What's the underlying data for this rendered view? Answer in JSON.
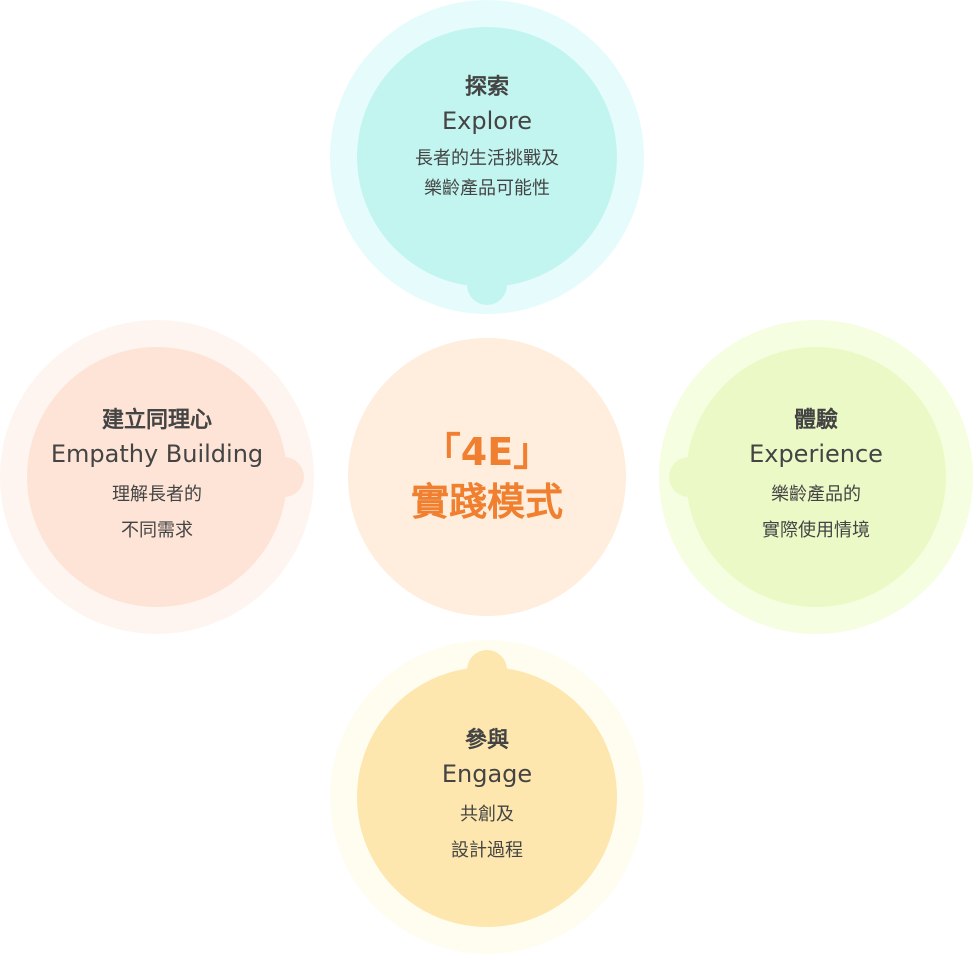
{
  "colors": {
    "text": "#444444",
    "accent": "#f08030",
    "center_fill": "#ffeedd"
  },
  "center": {
    "line1": "「4E」",
    "line2": "實踐模式"
  },
  "nodes": {
    "explore": {
      "title_zh": "探索",
      "title_en": "Explore",
      "desc": [
        "長者的生活挑戰及",
        "樂齡產品可能性"
      ],
      "outer_color": "#e6fcfc",
      "inner_color": "#c3f5f0"
    },
    "empathy": {
      "title_zh": "建立同理心",
      "title_en": "Empathy Building",
      "desc": [
        "理解長者的",
        "不同需求"
      ],
      "outer_color": "#fef5f0",
      "inner_color": "#fde4d6"
    },
    "experience": {
      "title_zh": "體驗",
      "title_en": "Experience",
      "desc": [
        "樂齡產品的",
        "實際使用情境"
      ],
      "outer_color": "#f5fee0",
      "inner_color": "#ebf9c6"
    },
    "engage": {
      "title_zh": "參與",
      "title_en": "Engage",
      "desc": [
        "共創及",
        "設計過程"
      ],
      "outer_color": "#fffdf0",
      "inner_color": "#fde7ae"
    }
  }
}
